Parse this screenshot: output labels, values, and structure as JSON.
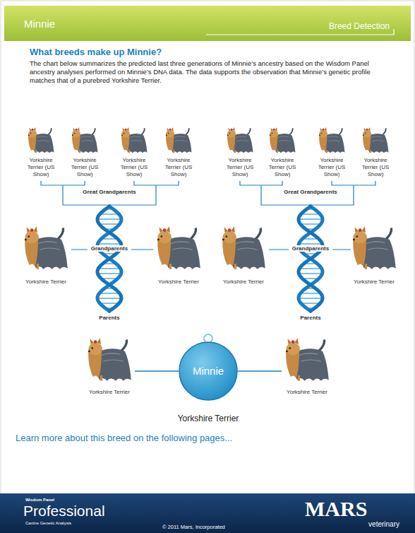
{
  "diagram": {
    "title": "What breeds make up Minnie?",
    "nodes": [
      {
        "text": [
          "Minnie",
          "Breed Detection"
        ]
      },
      {
        "text": [
          "Yorkshire Terrier (US Show)"
        ]
      },
      {
        "text": [
          "Yorkshire Terrier (US Show)"
        ]
      },
      {
        "text": [
          "Yorkshire Terrier (US Show)"
        ]
      },
      {
        "text": [
          "Yorkshire Terrier (US Show)"
        ]
      },
      {
        "text": [
          "Yorkshire Terrier (US Show)"
        ]
      },
      {
        "text": [
          "Yorkshire Terrier (US Show)"
        ]
      },
      {
        "text": [
          "Yorkshire Terrier (US Show)"
        ]
      },
      {
        "text": [
          "Yorkshire Terrier (US Show)"
        ]
      },
      {
        "text": [
          "Yorkshire Terrier"
        ]
      },
      {
        "text": [
          "Yorkshire Terrier"
        ]
      },
      {
        "text": [
          "Yorkshire Terrier"
        ]
      },
      {
        "text": [
          "Yorkshire Terrier"
        ]
      },
      {
        "text": [
          "Yorkshire Terrier"
        ]
      },
      {
        "text": [
          "Minnie",
          "Yorkshire Terrier"
        ]
      },
      {
        "text": [
          "Yorkshire Terrier"
        ]
      },
      {
        "text": [
          "Wisdom Panel",
          "Professional",
          "Canine Genetic Analysis",
          "© 2011 Mars, Incorporated",
          "MARS",
          "veterinary"
        ]
      }
    ],
    "edges": [
      {
        "from": 13,
        "to": 14,
        "arrow": "none"
      },
      {
        "from": 15,
        "to": 14,
        "arrow": "none"
      }
    ],
    "labels": [
      "The chart below summarizes the predicted last three generations of Minnie’s ancestry based on the Wisdom Panel ancestry analyses performed on Minnie’s DNA data. The data supports the observation that Minnie’s genetic profile matches that of a purebred Yorkshire Terrier.",
      "Great Grandparents",
      "Great Grandparents",
      "Grandparents",
      "Grandparents",
      "Parents",
      "Parents",
      "Learn more about this breed on the following pages..."
    ]
  }
}
